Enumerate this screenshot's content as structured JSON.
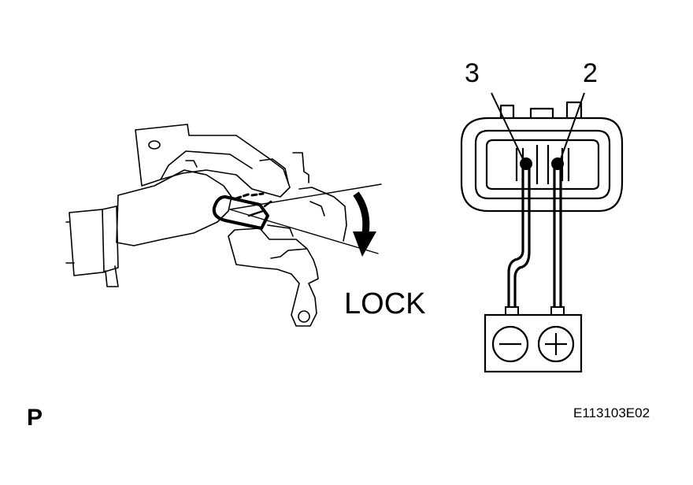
{
  "figure": {
    "action_label": "LOCK",
    "terminals": [
      {
        "number": "3",
        "polarity_symbol": "negative"
      },
      {
        "number": "2",
        "polarity_symbol": "positive"
      }
    ],
    "battery": {
      "negative_symbol": "minus",
      "positive_symbol": "plus"
    },
    "page_mark": "P",
    "drawing_code": "E113103E02"
  },
  "colors": {
    "ink": "#000000",
    "paper": "#ffffff"
  }
}
